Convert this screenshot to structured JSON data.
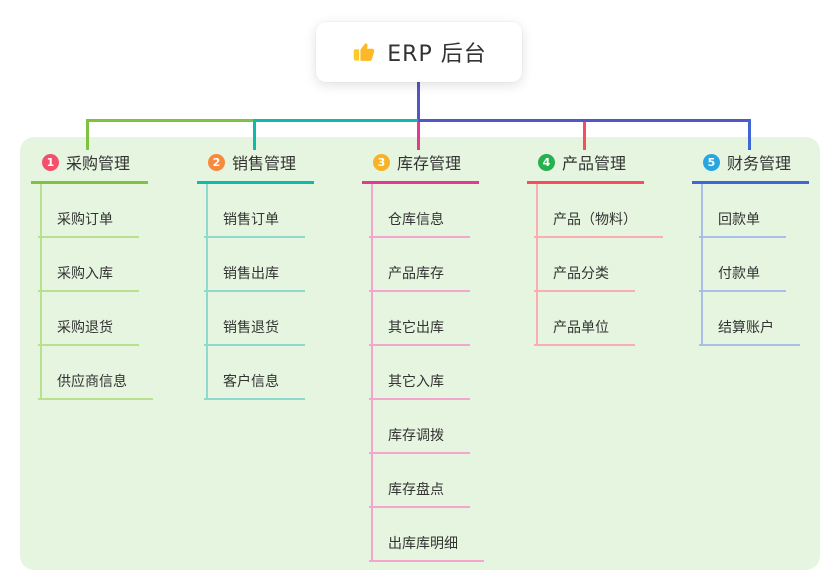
{
  "root": {
    "label": "ERP 后台",
    "icon": "thumbs-up-icon"
  },
  "branches": [
    {
      "number": "1",
      "label": "采购管理",
      "line_color": "#7fc241",
      "child_line_color": "#b9e08f",
      "badge_color": "#f5506b",
      "children": [
        "采购订单",
        "采购入库",
        "采购退货",
        "供应商信息"
      ]
    },
    {
      "number": "2",
      "label": "销售管理",
      "line_color": "#10b9ab",
      "child_line_color": "#8fd9cf",
      "badge_color": "#f8893d",
      "children": [
        "销售订单",
        "销售出库",
        "销售退货",
        "客户信息"
      ]
    },
    {
      "number": "3",
      "label": "库存管理",
      "line_color": "#e23a92",
      "child_line_color": "#f4a6ce",
      "badge_color": "#f6b328",
      "children": [
        "仓库信息",
        "产品库存",
        "其它出库",
        "其它入库",
        "库存调拨",
        "库存盘点",
        "出库库明细"
      ]
    },
    {
      "number": "4",
      "label": "产品管理",
      "line_color": "#f84d5e",
      "child_line_color": "#fbadb4",
      "badge_color": "#25b24d",
      "children": [
        "产品（物料）",
        "产品分类",
        "产品单位"
      ]
    },
    {
      "number": "5",
      "label": "财务管理",
      "line_color": "#3f66d4",
      "child_line_color": "#aabfe8",
      "badge_color": "#29a6e0",
      "children": [
        "回款单",
        "付款单",
        "结算账户"
      ]
    }
  ],
  "connectors": {
    "trunk_color": "#5157c5",
    "panel_background": "#e6f5e0"
  }
}
